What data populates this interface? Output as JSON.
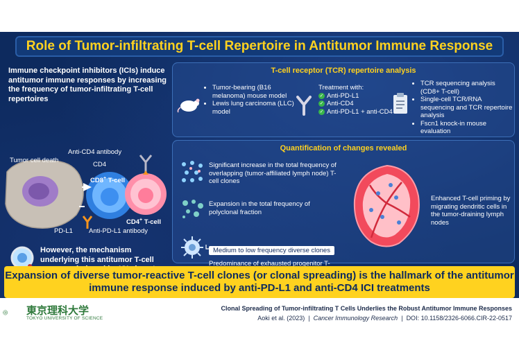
{
  "title": "Role of Tumor-infiltrating T-cell Repertoire in Antitumor Immune Response",
  "left": {
    "intro": "Immune checkpoint inhibitors (ICIs) induce antitumor immune responses by increasing the frequency of tumor-infiltrating T-cell repertoires",
    "labels": {
      "tumor_death": "Tumor cell death",
      "anti_cd4": "Anti-CD4 antibody",
      "cd4": "CD4",
      "cd8": "CD8",
      "cd8_suffix": " T-cell",
      "cd4_cell": "CD4",
      "cd4_cell_suffix": " T-cell",
      "sup_plus": "+",
      "pdl1": "PD-L1",
      "anti_pdl1": "Anti-PD-L1 antibody"
    },
    "outro": "However, the mechanism underlying this antitumor T-cell response induced by ICIs is not well characterized"
  },
  "tcr": {
    "heading": "T-cell receptor (TCR) repertoire analysis",
    "models": [
      "Tumor-bearing (B16 melanoma) mouse model",
      "Lewis lung carcinoma (LLC) model"
    ],
    "treatment_heading": "Treatment with:",
    "treatments": [
      "Anti-PD-L1",
      "Anti-CD4",
      "Anti-PD-L1 + anti-CD4"
    ],
    "analyses": [
      "TCR sequencing analysis (CD8+ T-cell)",
      "Single-cell TCR/RNA sequencing and TCR repertoire analysis",
      "Fscn1 knock-in mouse evaluation"
    ]
  },
  "quant": {
    "heading": "Quantification of changes revealed",
    "items": [
      "Significant increase in the total frequency of overlapping (tumor-affiliated lymph node) T-cell clones",
      "Expansion in the total frequency of polyclonal fraction",
      "Predominance of exhausted progenitor T-cells in the polyclonal fraction"
    ],
    "pill": "Medium to low frequency diverse clones",
    "priming": "Enhanced T-cell priming by migrating dendritic cells in the tumor-draining lymph nodes"
  },
  "banner": "Expansion of diverse tumor-reactive T-cell clones (or clonal spreading) is the hallmark of the antitumor immune response induced by anti-PD-L1 and anti-CD4 ICI treatments",
  "footer": {
    "univ_jp": "東京理科大学",
    "univ_en": "TOKYO UNIVERSITY OF SCIENCE",
    "paper_title": "Clonal Spreading of Tumor-infiltrating T Cells Underlies the Robust Antitumor Immune Responses",
    "authors": "Aoki et al. (2023)",
    "journal": "Cancer Immunology Research",
    "doi": "DOI: 10.1158/2326-6066.CIR-22-0517",
    "sep": "|"
  },
  "colors": {
    "background": "#0d2a5e",
    "accent": "#ffd21f",
    "panel": "#23508f",
    "cd8_cell": "#6fb6ff",
    "cd4_cell": "#ff9fb6"
  }
}
